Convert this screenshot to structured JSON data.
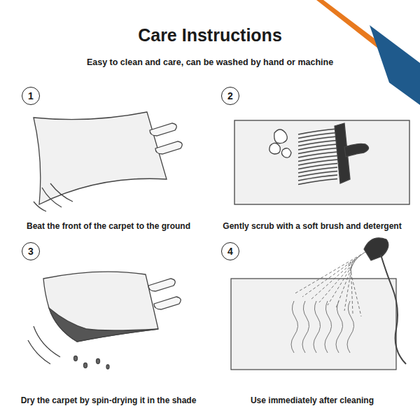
{
  "diagram": {
    "title": "Care Instructions",
    "nodes": [
      {
        "text": [
          "1"
        ]
      },
      {
        "text": [
          "2"
        ]
      },
      {
        "text": [
          "3"
        ]
      },
      {
        "text": [
          "4"
        ]
      }
    ],
    "labels": [
      "Easy to clean and care, can be washed by hand or machine",
      "Beat the front of the carpet to the ground",
      "Gently scrub with a soft brush and detergent",
      "Dry the carpet by spin-drying it in the shade",
      "Use immediately after cleaning"
    ]
  }
}
